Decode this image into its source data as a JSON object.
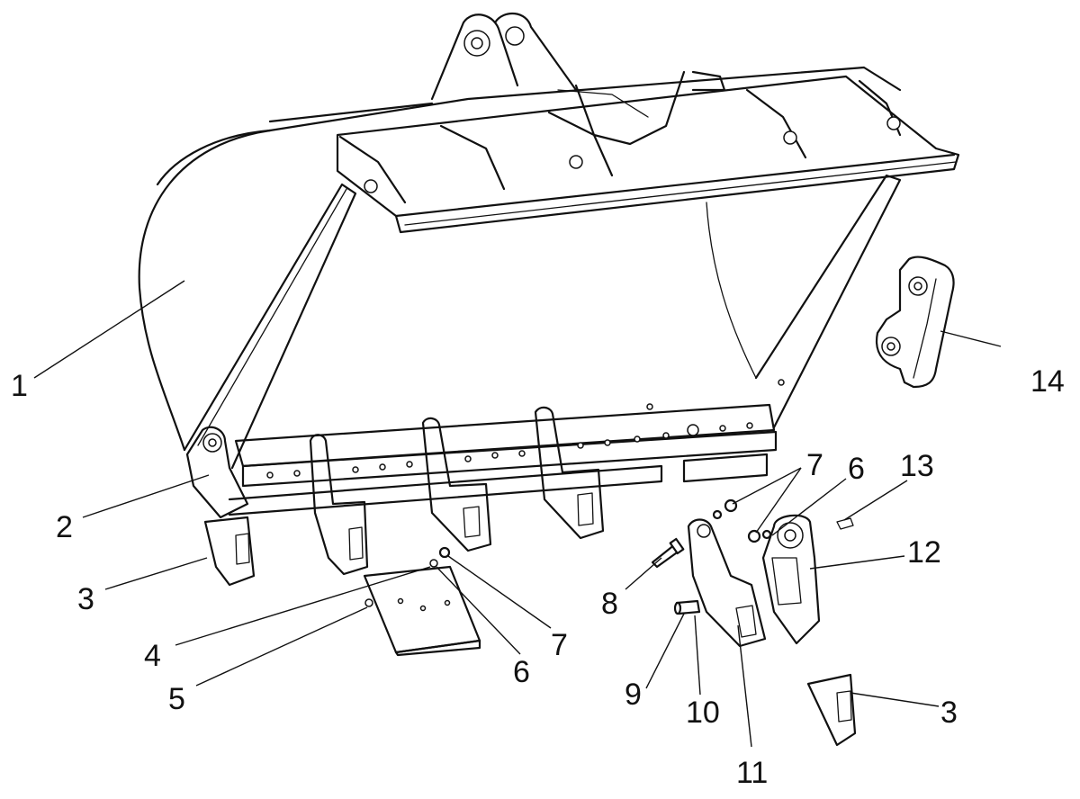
{
  "callouts": [
    {
      "id": "1",
      "label": "1"
    },
    {
      "id": "2",
      "label": "2"
    },
    {
      "id": "3a",
      "label": "3"
    },
    {
      "id": "4",
      "label": "4"
    },
    {
      "id": "5",
      "label": "5"
    },
    {
      "id": "6a",
      "label": "6"
    },
    {
      "id": "7a",
      "label": "7"
    },
    {
      "id": "7b",
      "label": "7"
    },
    {
      "id": "6b",
      "label": "6"
    },
    {
      "id": "13",
      "label": "13"
    },
    {
      "id": "12",
      "label": "12"
    },
    {
      "id": "8",
      "label": "8"
    },
    {
      "id": "9",
      "label": "9"
    },
    {
      "id": "10",
      "label": "10"
    },
    {
      "id": "11",
      "label": "11"
    },
    {
      "id": "3b",
      "label": "3"
    },
    {
      "id": "14",
      "label": "14"
    }
  ]
}
